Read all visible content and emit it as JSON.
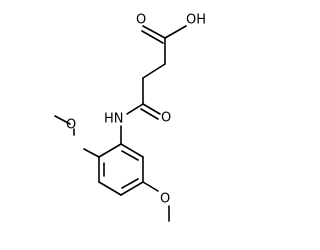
{
  "molecule": {
    "atoms": {
      "carboxyl_oxygen": "O",
      "hydroxyl": "OH",
      "amide_nitrogen": "HN",
      "amide_oxygen": "O",
      "methoxy_oxygen_1": "O",
      "methoxy_oxygen_2": "O"
    }
  }
}
